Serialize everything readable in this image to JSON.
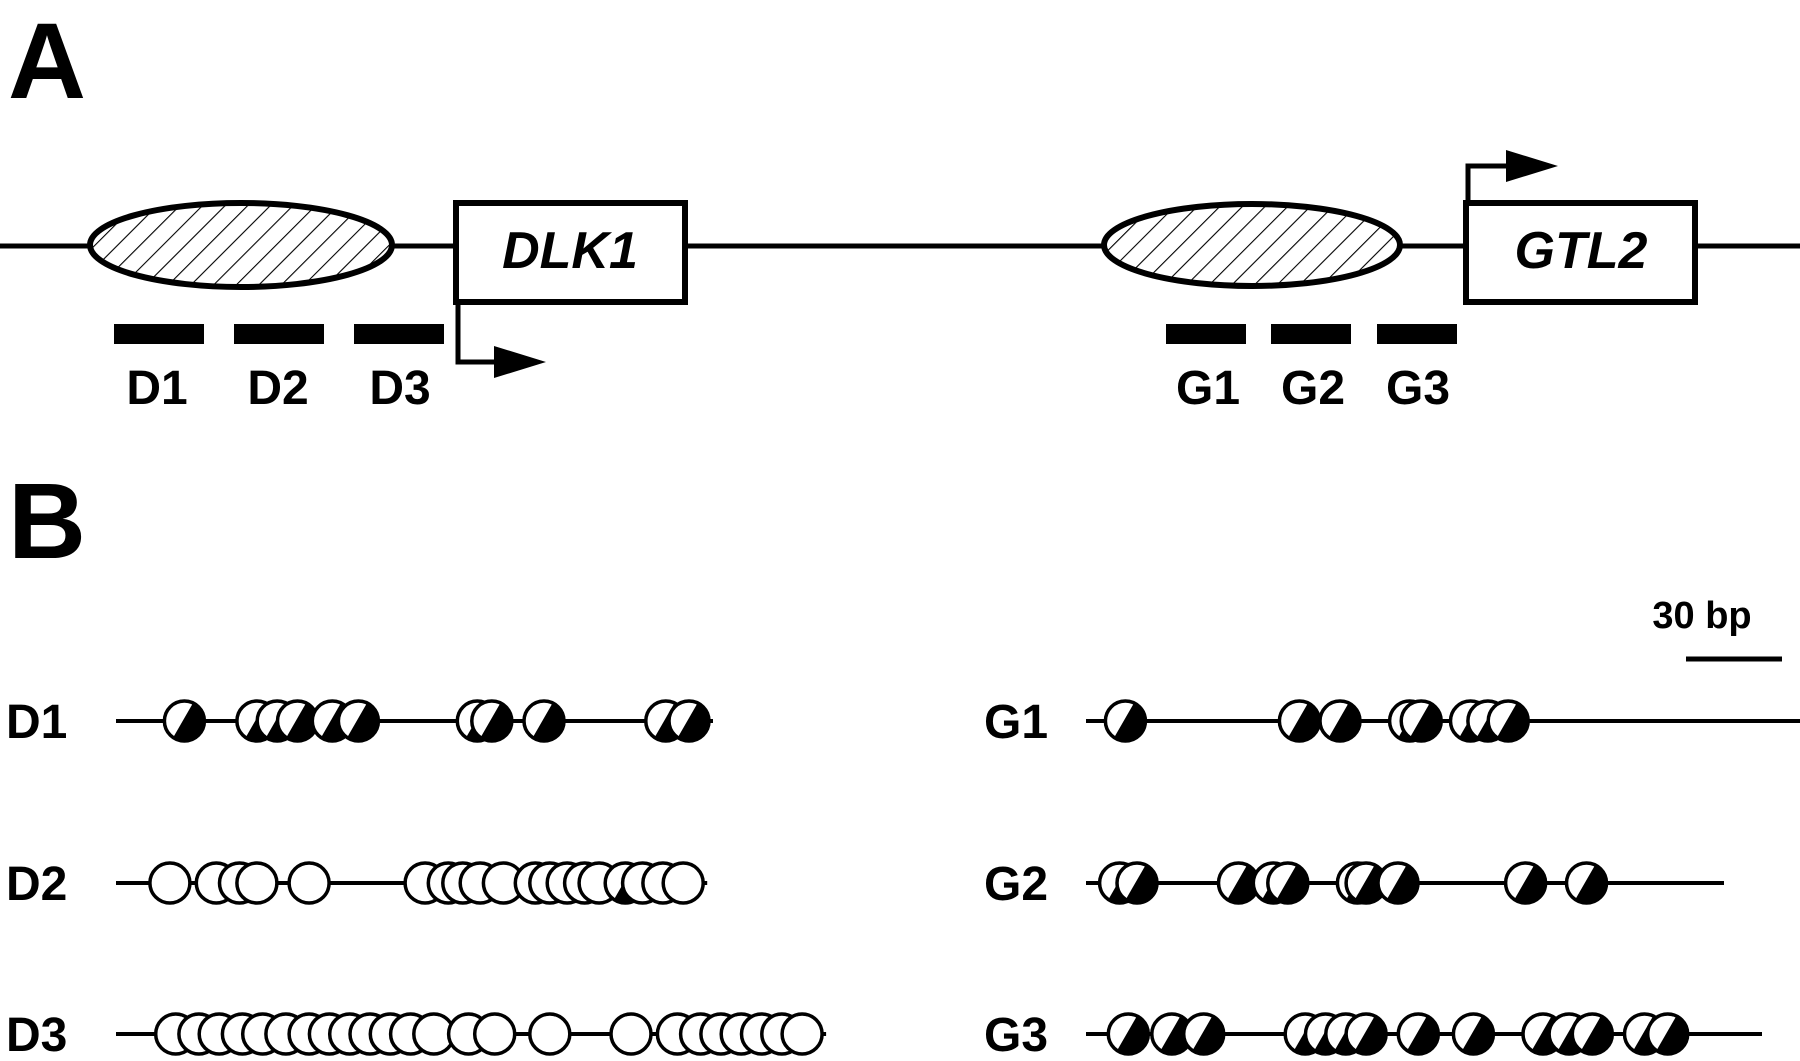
{
  "panel_a": {
    "label": "A",
    "genes": [
      {
        "name": "DLK1"
      },
      {
        "name": "GTL2"
      }
    ],
    "fragments": [
      {
        "label": "D1"
      },
      {
        "label": "D2"
      },
      {
        "label": "D3"
      },
      {
        "label": "G1"
      },
      {
        "label": "G2"
      },
      {
        "label": "G3"
      }
    ]
  },
  "panel_b": {
    "label": "B",
    "scale_label": "30 bp",
    "legend": {
      "hemimethylated_symbol": "half-filled circle with diagonal",
      "unmethylated_symbol": "open circle"
    },
    "rows": [
      {
        "label": "D1",
        "state": "half",
        "sites": [
          16,
          41,
          48,
          55,
          67,
          76,
          117,
          122,
          140,
          182,
          190
        ]
      },
      {
        "label": "D2",
        "state": "open",
        "sites": [
          11,
          27,
          35,
          41,
          59,
          99,
          107,
          112,
          118,
          126,
          137,
          142,
          148,
          154,
          159,
          168,
          174,
          181,
          188
        ],
        "half_sites": [
          168
        ]
      },
      {
        "label": "D3",
        "state": "open",
        "sites": [
          13,
          21,
          28,
          36,
          43,
          51,
          59,
          66,
          73,
          80,
          87,
          94,
          102,
          114,
          123,
          142,
          170,
          186,
          194,
          201,
          208,
          215,
          222,
          229
        ]
      },
      {
        "label": "G1",
        "state": "half",
        "sites": [
          6,
          66,
          80,
          104,
          108,
          125,
          131,
          138
        ]
      },
      {
        "label": "G2",
        "state": "half",
        "sites": [
          4,
          10,
          45,
          57,
          62,
          86,
          89,
          100,
          144,
          165
        ]
      },
      {
        "label": "G3",
        "state": "half",
        "sites": [
          7,
          22,
          33,
          68,
          75,
          82,
          89,
          107,
          126,
          150,
          159,
          167,
          185,
          193
        ]
      }
    ]
  }
}
